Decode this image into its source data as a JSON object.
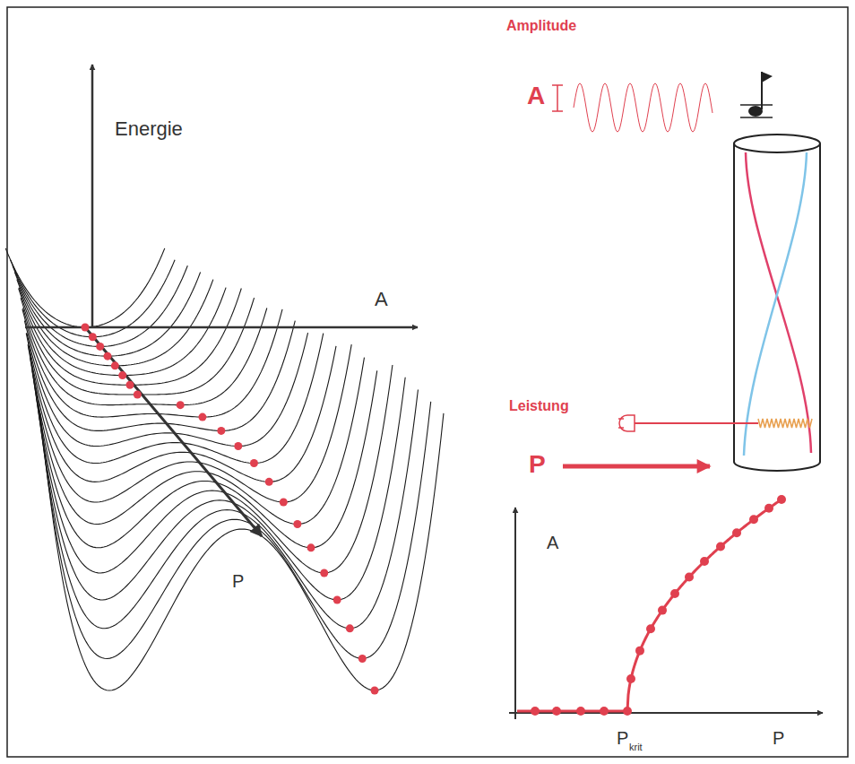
{
  "diagram": {
    "labels": [
      "Energie",
      "A",
      "P",
      "Amplitude",
      "A",
      "Leistung",
      "P",
      "A",
      "P",
      "krit",
      "P"
    ]
  }
}
